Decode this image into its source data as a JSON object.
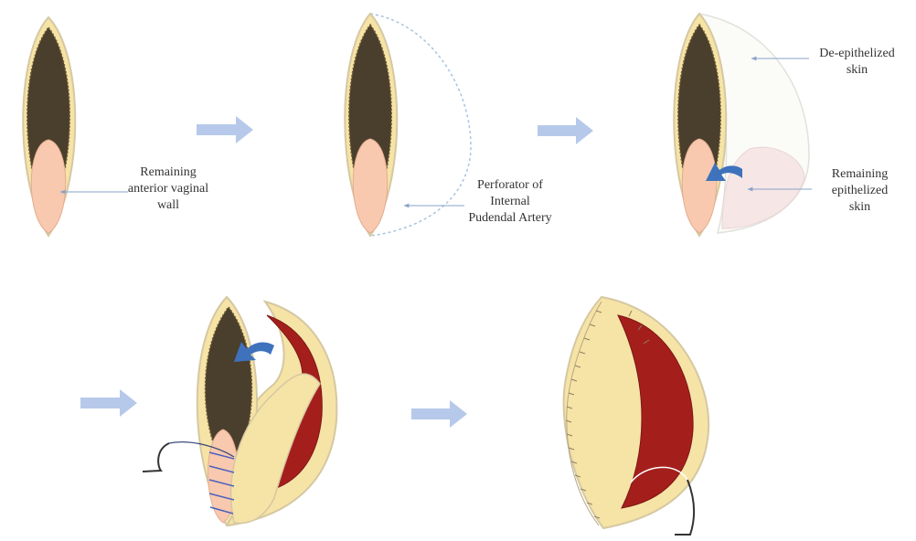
{
  "labels": {
    "remaining_anterior_vaginal_wall": [
      "Remaining",
      "anterior vaginal",
      "wall"
    ],
    "perforator_internal_pudendal_artery": [
      "Perforator of",
      "Internal",
      "Pudendal Artery"
    ],
    "de_epithelized_skin": [
      "De-epithelized",
      "skin"
    ],
    "remaining_epithelized_skin": [
      "Remaining",
      "epithelized",
      "skin"
    ]
  },
  "colors": {
    "skin_rim": "#f6e3a6",
    "skin_outline": "#d5c8a2",
    "vaginal_cavity": "#4a3f2c",
    "anterior_wall": "#f8c9ae",
    "epithelized_skin": "#f6e6e6",
    "muscle": "#a41f1c",
    "rotation_arrow": "#3f72bd",
    "step_arrow": "#b7c9ea",
    "suture": "#4a5fbf",
    "leader_line": "#8aa3c9",
    "label_text": "#333333"
  },
  "icons": {
    "step_arrow": "right-arrow-icon",
    "rotation_arrow": "curved-arrow-icon",
    "needle": "suture-needle-icon"
  }
}
